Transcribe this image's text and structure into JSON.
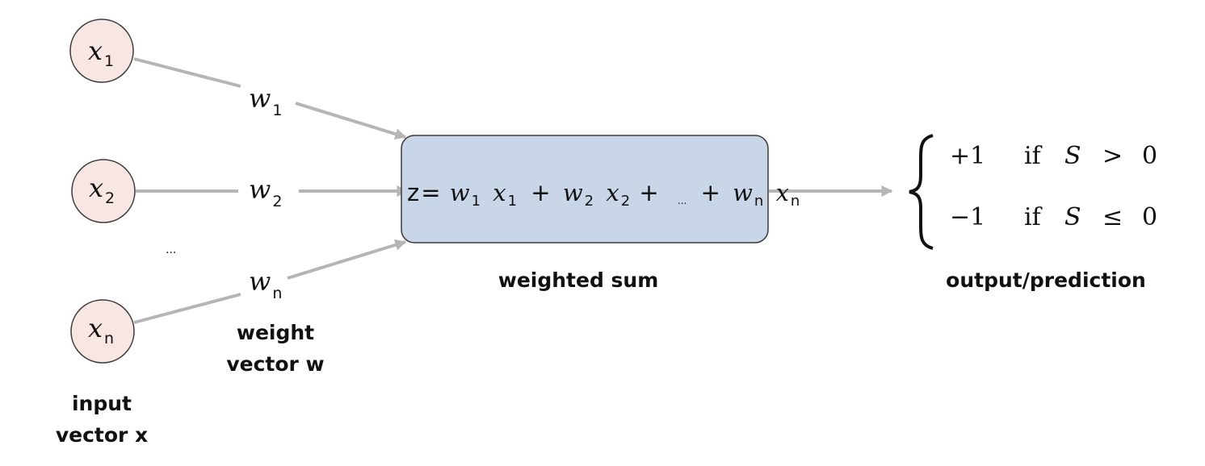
{
  "colors": {
    "node_fill": "#f8e6e3",
    "node_stroke": "#3a3a3a",
    "box_fill": "#c9d6e8",
    "box_stroke": "#3a3a3a",
    "edge": "#b5b5b5",
    "text": "#111111"
  },
  "inputs": [
    {
      "var": "x",
      "sub": "1"
    },
    {
      "var": "x",
      "sub": "2"
    },
    {
      "var": "x",
      "sub": "n"
    }
  ],
  "ellipsis_inputs": "...",
  "weights": [
    {
      "var": "w",
      "sub": "1"
    },
    {
      "var": "w",
      "sub": "2"
    },
    {
      "var": "w",
      "sub": "n"
    }
  ],
  "labels": {
    "input_line1": "input",
    "input_line2": "vector x",
    "weight_line1": "weight",
    "weight_line2": "vector w",
    "weighted_sum": "weighted sum",
    "output": "output/prediction"
  },
  "equation": {
    "lhs": "z",
    "eq": "=",
    "w": "w",
    "x": "x",
    "sub1": "1",
    "sub2": "2",
    "subn": "n",
    "plus": "+",
    "dots": "..."
  },
  "output_cases": {
    "case1": {
      "value": "+1",
      "cond": "if",
      "var": "S",
      "op": ">",
      "rhs": "0"
    },
    "case2": {
      "value": "−1",
      "cond": "if",
      "var": "S",
      "op": "≤",
      "rhs": "0"
    }
  }
}
